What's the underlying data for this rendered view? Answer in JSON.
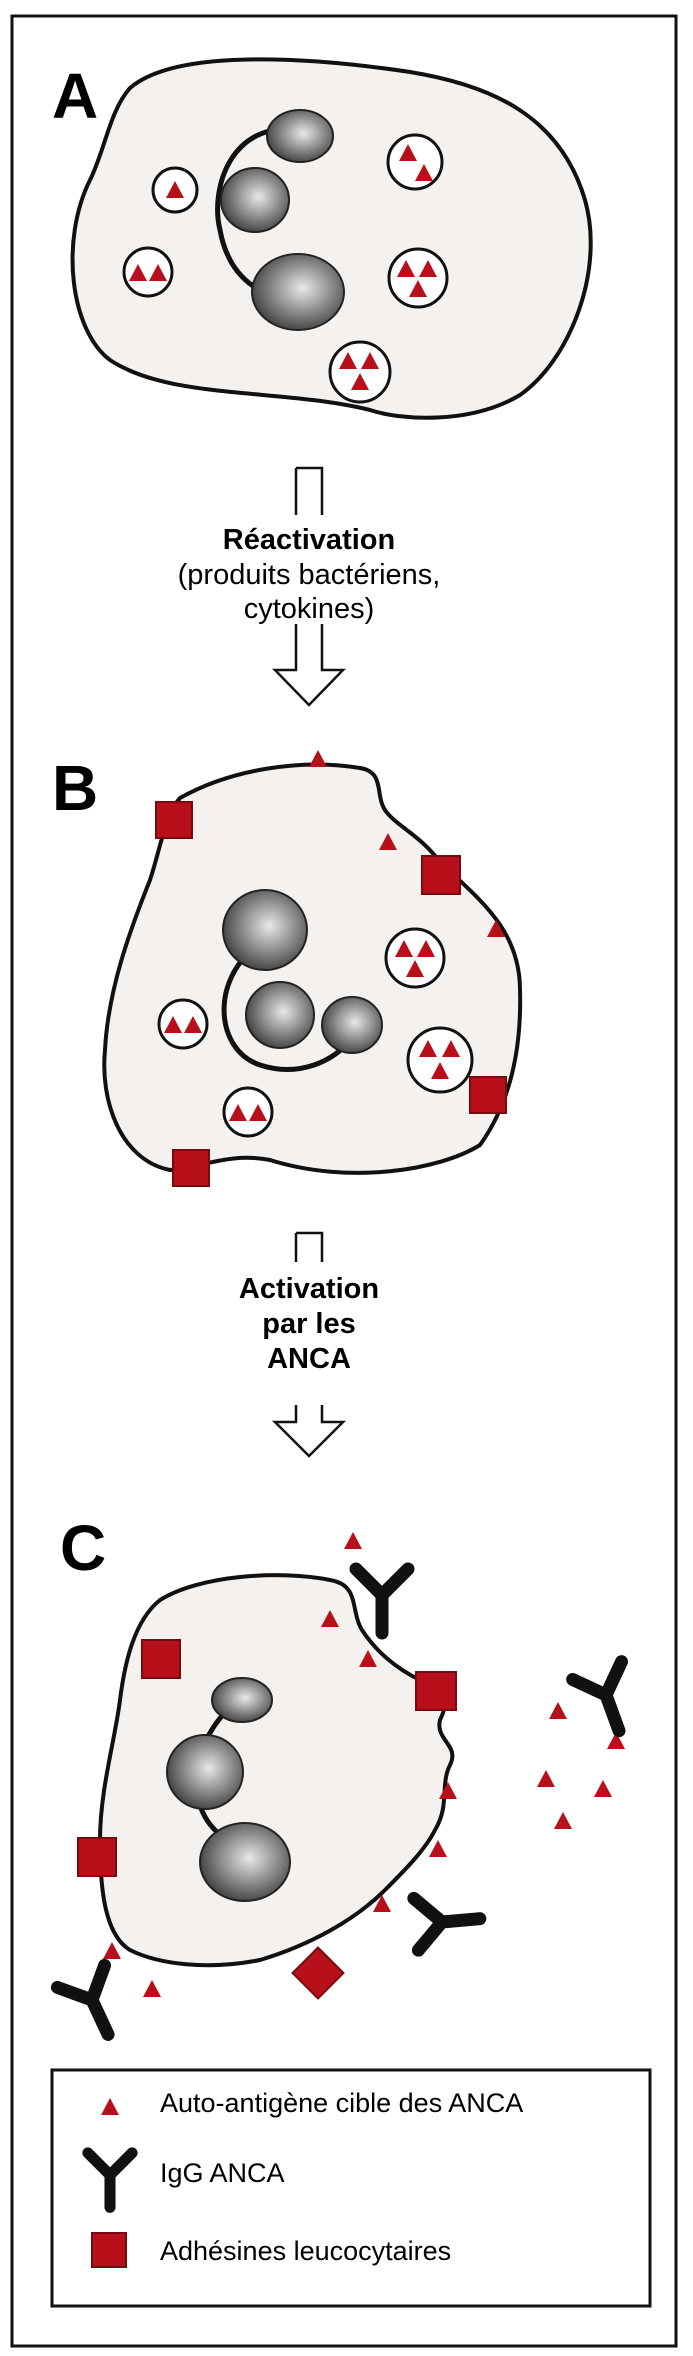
{
  "colors": {
    "antigen": "#b8101a",
    "igg": "#111111",
    "cell_fill": "#f4f1ee",
    "frame": "#111111"
  },
  "panels": {
    "a": {
      "letter": "A"
    },
    "b": {
      "letter": "B"
    },
    "c": {
      "letter": "C"
    }
  },
  "step1": {
    "title": "Réactivation",
    "line1": "(produits bactériens,",
    "line2": "cytokines)"
  },
  "step2": {
    "line1": "Activation",
    "line2": "par les",
    "line3": "ANCA"
  },
  "legend": {
    "antigen_label": "Auto-antigène cible des ANCA",
    "igg_label": "IgG ANCA",
    "adhesin_label": "Adhésines leucocytaires"
  }
}
